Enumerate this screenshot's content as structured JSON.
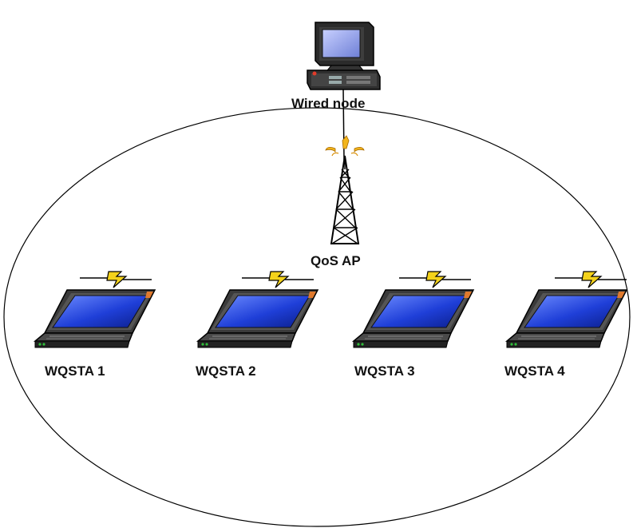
{
  "diagram": {
    "nodes": {
      "wired_node": {
        "label": "Wired node",
        "icon": "desktop-computer-icon"
      },
      "qos_ap": {
        "label": "QoS AP",
        "icon": "antenna-tower-icon"
      },
      "stations": [
        {
          "label": "WQSTA 1",
          "icon": "laptop-icon"
        },
        {
          "label": "WQSTA 2",
          "icon": "laptop-icon"
        },
        {
          "label": "WQSTA 3",
          "icon": "laptop-icon"
        },
        {
          "label": "WQSTA 4",
          "icon": "laptop-icon"
        }
      ]
    },
    "colors": {
      "screen": "#1f3fd8",
      "lightning": "#f4d21a",
      "signal": "#f2b51c",
      "outline": "#000000"
    }
  }
}
